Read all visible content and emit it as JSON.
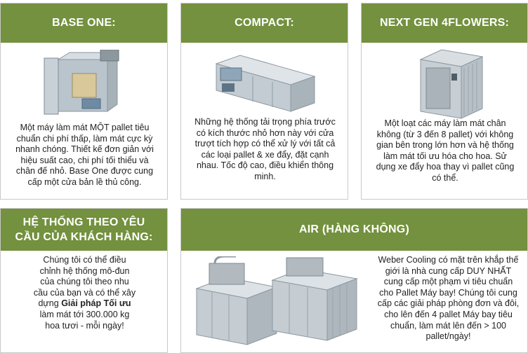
{
  "colors": {
    "header_green": "#73913e",
    "header_text": "#ffffff",
    "card_border": "#c9c9c9"
  },
  "cards": [
    {
      "title": "BASE ONE:",
      "body": "Một máy làm mát MỘT pallet tiêu chuẩn chi phí thấp, làm mát cực kỳ nhanh chóng. Thiết kế đơn giản với hiệu suất cao, chi phí tối thiểu và chân đế nhỏ. Base One được cung cấp một cửa bản lề thủ công.",
      "image": "cooling-unit-image"
    },
    {
      "title": "COMPACT:",
      "body": "Những hệ thống tải trọng phía trước có kích thước nhỏ hơn này với cửa trượt tích hợp có thể xử lý với tất cả các loại pallet & xe đẩy, đặt cạnh nhau. Tốc độ cao, điều khiển thông minh.",
      "image": "cooling-unit-image"
    },
    {
      "title": "NEXT GEN 4FLOWERS:",
      "body": "Một loạt các máy làm mát chân không (từ 3 đến 8 pallet) với không gian bên trong lớn hơn và hệ thống làm mát tối ưu hóa cho hoa. Sử dụng xe đẩy hoa thay vì pallet cũng có thể.",
      "image": "cooling-unit-image"
    },
    {
      "title": "HỆ THỐNG THEO YÊU CẦU CỦA KHÁCH HÀNG:",
      "body_before": "Chúng tôi có thể điều chỉnh hệ thống mô-đun của chúng tôi theo nhu cầu của bạn và có thể xây dựng",
      "body_bold": "Giải pháp Tối ưu",
      "body_after": "làm mát tới 300.000 kg hoa tươi - mỗi ngày!"
    },
    {
      "title": "AIR (HÀNG KHÔNG)",
      "body": "Weber Cooling có mặt trên khắp thế giới là nhà cung cấp DUY NHẤT cung cấp một phạm vi tiêu chuẩn cho Pallet Máy bay! Chúng tôi cung cấp các giải pháp phòng đơn và đôi, cho lên đến 4 pallet Máy bay tiêu chuẩn, làm mát lên đến > 100 pallet/ngày!",
      "image": "cooling-unit-image"
    }
  ]
}
